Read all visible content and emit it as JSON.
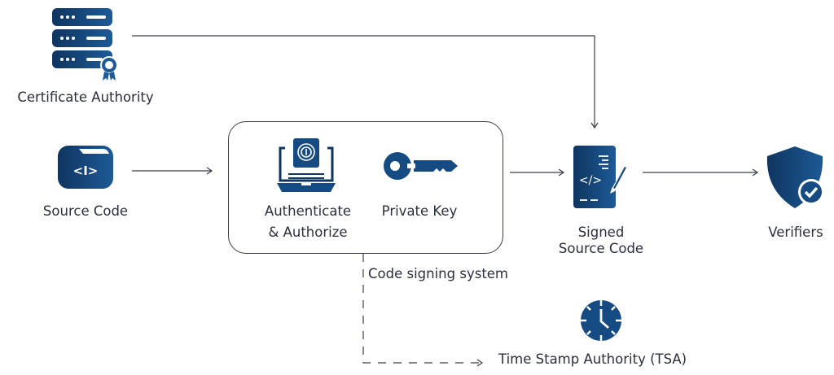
{
  "nodes": {
    "certificate_authority": {
      "label": "Certificate Authority",
      "icon": "server-certificate-icon"
    },
    "source_code": {
      "label": "Source Code",
      "icon": "code-folder-icon"
    },
    "authenticate": {
      "label_line1": "Authenticate",
      "label_line2": "& Authorize",
      "icon": "laptop-fingerprint-icon"
    },
    "private_key": {
      "label": "Private Key",
      "icon": "key-icon"
    },
    "signed_source_code": {
      "label_line1": "Signed",
      "label_line2": "Source Code",
      "icon": "signed-document-icon"
    },
    "verifiers": {
      "label": "Verifiers",
      "icon": "shield-check-icon"
    },
    "tsa": {
      "label": "Time Stamp Authority (TSA)",
      "icon": "clock-icon"
    }
  },
  "group": {
    "label": "Code signing system"
  },
  "colors": {
    "icon_dark": "#0f3560",
    "icon_light": "#1d5a96",
    "line": "#3b3f48"
  }
}
